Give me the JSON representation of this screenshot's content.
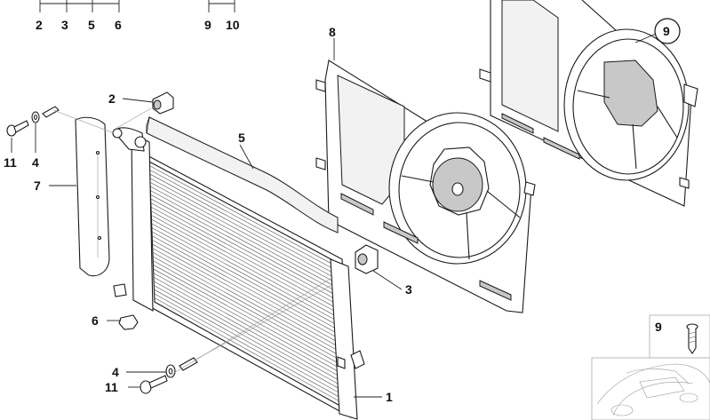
{
  "callouts": {
    "top_group_1": [
      "2",
      "3",
      "5",
      "6"
    ],
    "top_group_2": [
      "9",
      "10"
    ],
    "fan_shroud_upper": "8",
    "fan_shroud_rear_circled": "9",
    "cap_upper": "2",
    "screw_upper": "11",
    "washer_upper": "4",
    "seal_plate": "7",
    "foam_strip": "5",
    "rubber_mount": "3",
    "grommet": "6",
    "washer_lower": "4",
    "screw_lower": "11",
    "radiator": "1",
    "inset_screw": "9"
  },
  "colors": {
    "line": "#1a1a1a",
    "background": "#ffffff"
  }
}
